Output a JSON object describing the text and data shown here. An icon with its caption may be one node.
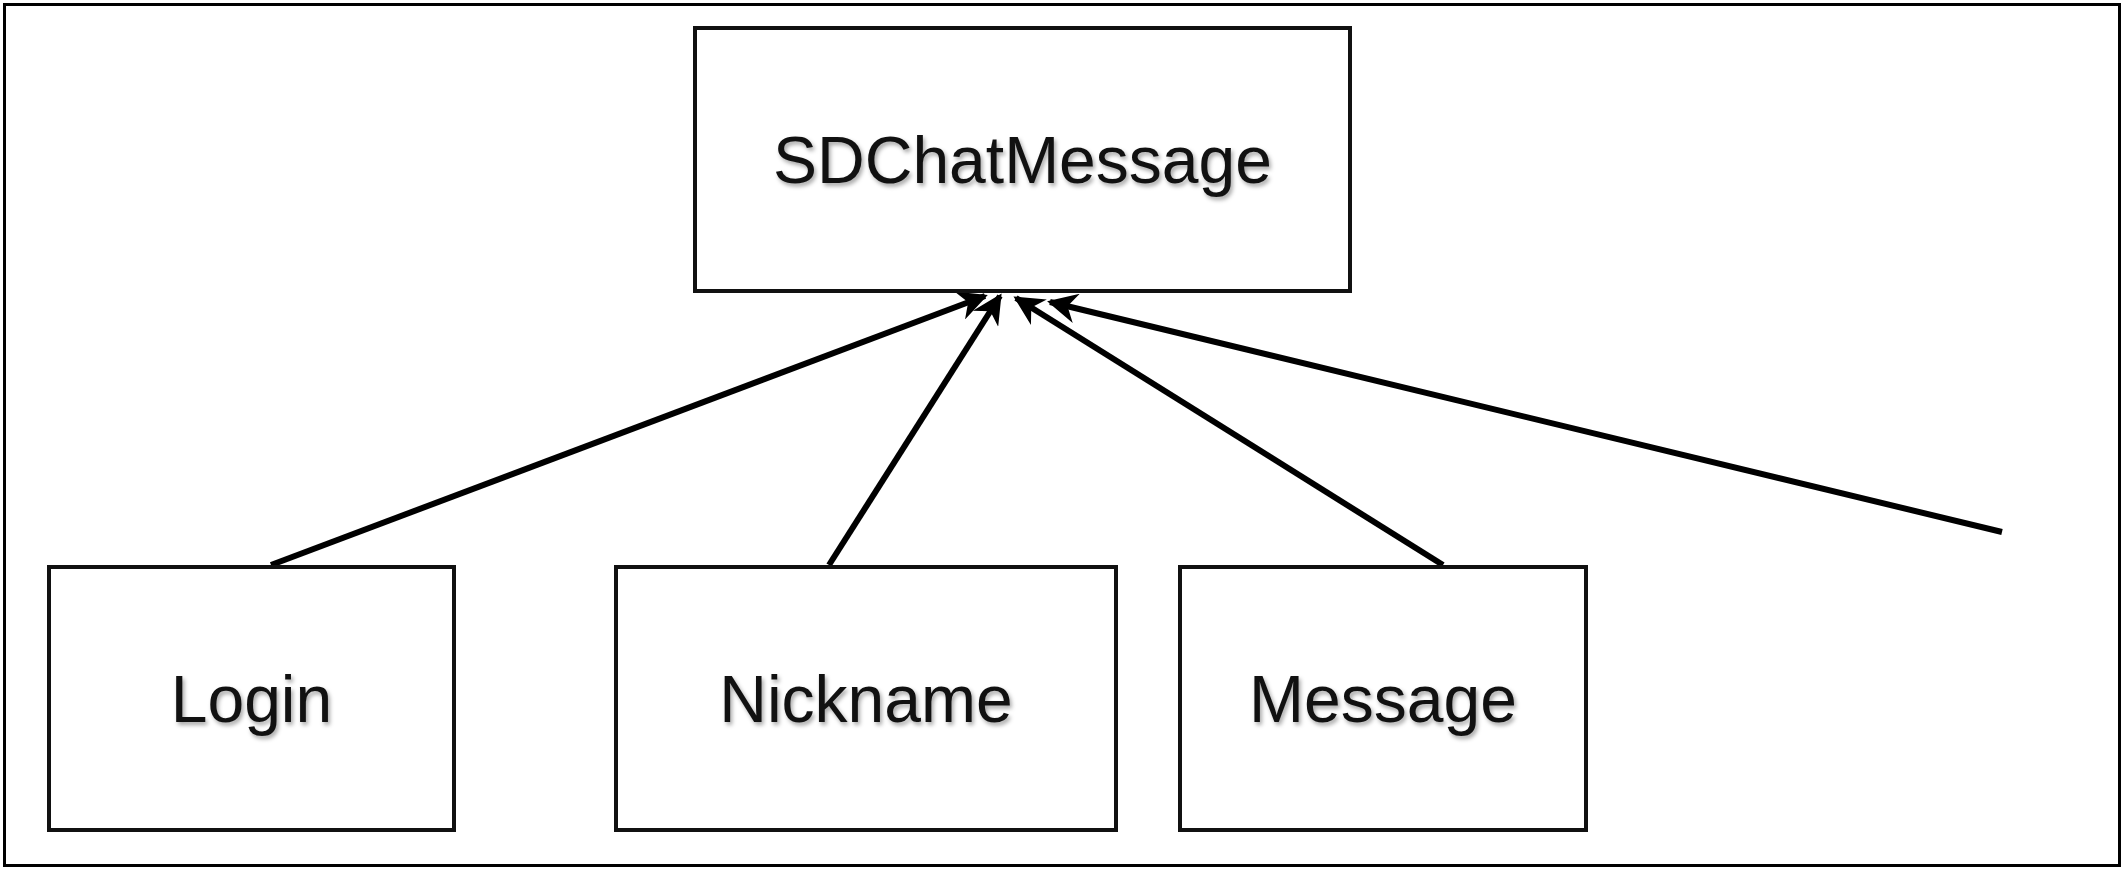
{
  "diagram": {
    "nodes": [
      {
        "text": [
          "SDChatMessage"
        ]
      },
      {
        "text": [
          "Login"
        ]
      },
      {
        "text": [
          "Nickname"
        ]
      },
      {
        "text": [
          "Message"
        ]
      }
    ],
    "edges": [
      {
        "from": 1,
        "to": 0,
        "arrow": "to"
      },
      {
        "from": 2,
        "to": 0,
        "arrow": "to"
      },
      {
        "from": 3,
        "to": 0,
        "arrow": "to"
      },
      {
        "from": null,
        "to": 0,
        "arrow": "to"
      }
    ]
  }
}
